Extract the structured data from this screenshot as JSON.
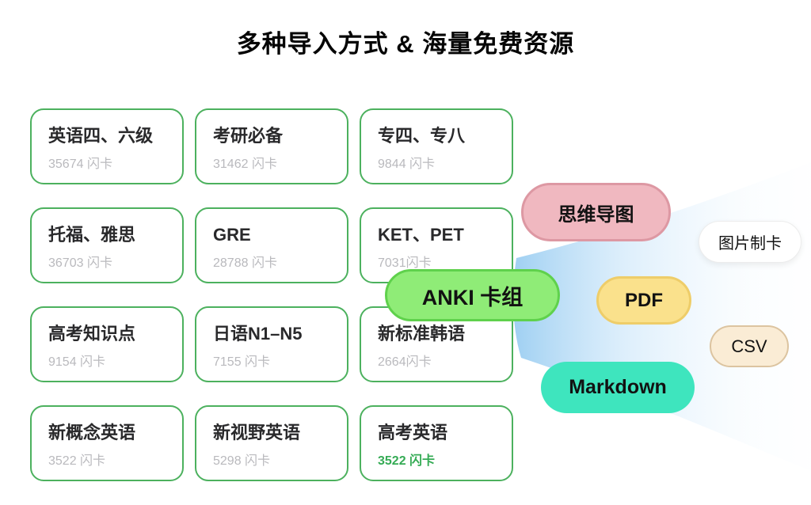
{
  "page": {
    "title": "多种导入方式 & 海量免费资源"
  },
  "deck_cards": [
    {
      "name": "英语四、六级",
      "count": "35674 闪卡",
      "highlight": false
    },
    {
      "name": "考研必备",
      "count": "31462 闪卡",
      "highlight": false
    },
    {
      "name": "专四、专八",
      "count": "9844 闪卡",
      "highlight": false
    },
    {
      "name": "托福、雅思",
      "count": "36703 闪卡",
      "highlight": false
    },
    {
      "name": "GRE",
      "count": "28788 闪卡",
      "highlight": false
    },
    {
      "name": "KET、PET",
      "count": "7031闪卡",
      "highlight": false
    },
    {
      "name": "高考知识点",
      "count": "9154 闪卡",
      "highlight": false
    },
    {
      "name": "日语N1–N5",
      "count": "7155 闪卡",
      "highlight": false
    },
    {
      "name": "新标准韩语",
      "count": "2664闪卡",
      "highlight": false
    },
    {
      "name": "新概念英语",
      "count": "3522 闪卡",
      "highlight": false
    },
    {
      "name": "新视野英语",
      "count": "5298 闪卡",
      "highlight": false
    },
    {
      "name": "高考英语",
      "count": "3522 闪卡",
      "highlight": true
    }
  ],
  "import_bubbles": [
    {
      "id": "mindmap",
      "label": "思维导图",
      "bg": "#F0B8C0",
      "border": "#DD98A3"
    },
    {
      "id": "image",
      "label": "图片制卡",
      "bg": "#FFFFFF",
      "border": "#ECECEC"
    },
    {
      "id": "anki",
      "label": "ANKI 卡组",
      "bg": "#8FEC77",
      "border": "#5FD14C"
    },
    {
      "id": "pdf",
      "label": "PDF",
      "bg": "#FAE18C",
      "border": "#EECD69"
    },
    {
      "id": "csv",
      "label": "CSV",
      "bg": "#FAECD5",
      "border": "#DCC4A0"
    },
    {
      "id": "markdown",
      "label": "Markdown",
      "bg": "#3EE5BE",
      "border": "#3EE5BE"
    }
  ],
  "colors": {
    "background": "#FFFFFF",
    "card_border": "#4CB15E",
    "card_title": "#29292B",
    "card_count": "#B9B9BD",
    "highlight_count": "#35AB55",
    "funnel_blue": "#9ACDF1",
    "title_text": "#050505"
  }
}
